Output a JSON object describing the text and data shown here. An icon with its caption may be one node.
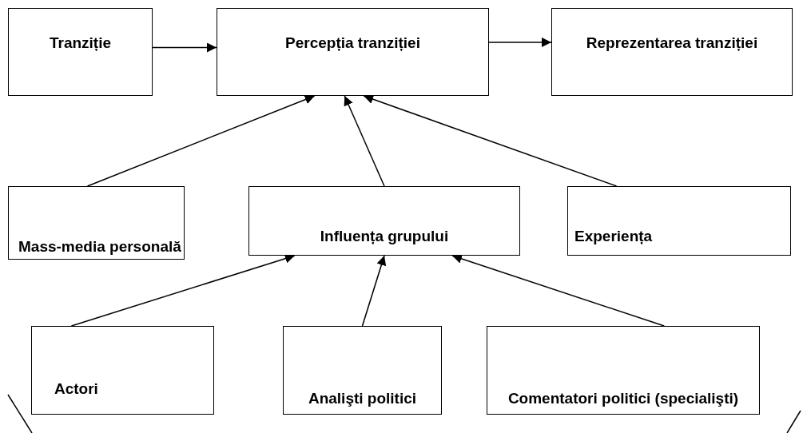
{
  "diagram": {
    "nodes": [
      {
        "text": [
          "Tranziție"
        ]
      },
      {
        "text": [
          "Percepția tranziției"
        ]
      },
      {
        "text": [
          "Reprezentarea tranziției"
        ]
      },
      {
        "text": [
          "Mass-media personală"
        ]
      },
      {
        "text": [
          "Influența grupului"
        ]
      },
      {
        "text": [
          "Experiența"
        ]
      },
      {
        "text": [
          "Actori"
        ]
      },
      {
        "text": [
          "Analişti politici"
        ]
      },
      {
        "text": [
          "Comentatori politici (specialişti)"
        ]
      }
    ],
    "edges": [
      {
        "from": 0,
        "to": 1,
        "arrow": "to"
      },
      {
        "from": 1,
        "to": 2,
        "arrow": "to"
      },
      {
        "from": 3,
        "to": 1,
        "arrow": "to"
      },
      {
        "from": 4,
        "to": 1,
        "arrow": "to"
      },
      {
        "from": 5,
        "to": 1,
        "arrow": "to"
      },
      {
        "from": 6,
        "to": 4,
        "arrow": "to"
      },
      {
        "from": 7,
        "to": 4,
        "arrow": "to"
      },
      {
        "from": 8,
        "to": 4,
        "arrow": "to"
      }
    ]
  }
}
